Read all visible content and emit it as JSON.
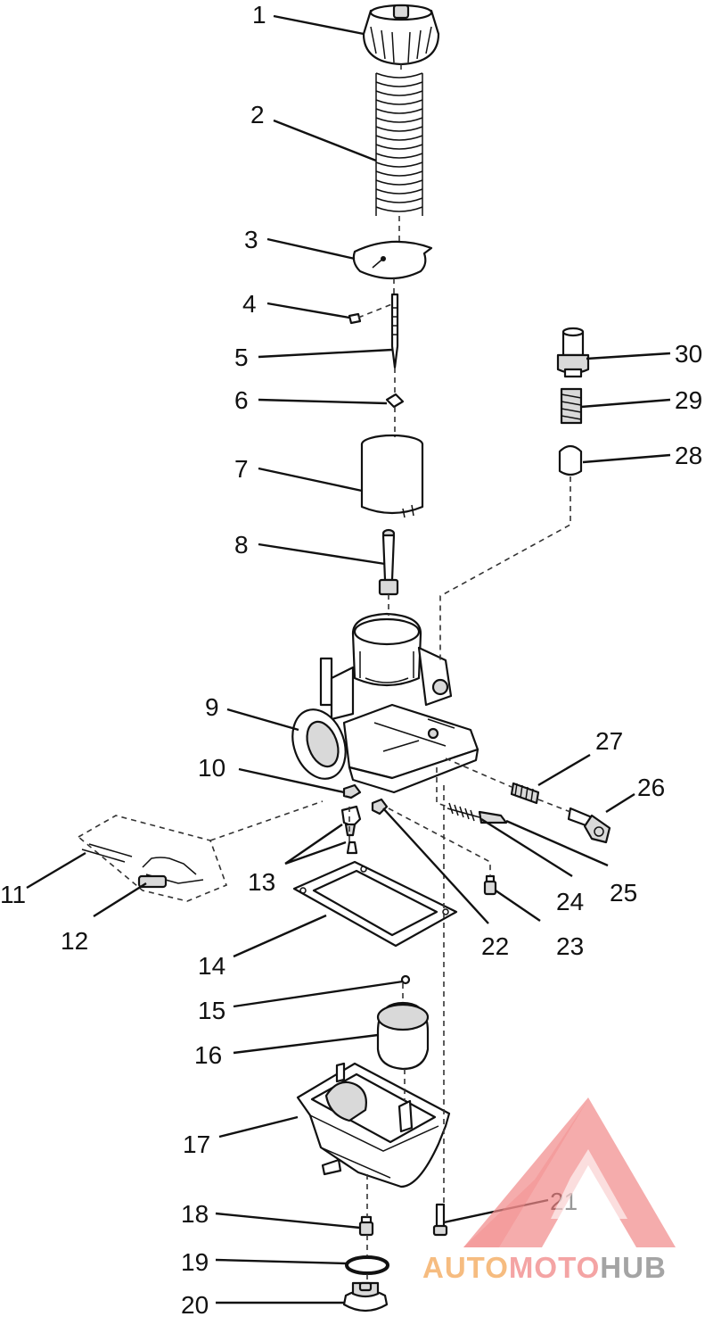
{
  "diagram": {
    "labels": [
      {
        "id": "1",
        "text": "1"
      },
      {
        "id": "2",
        "text": "2"
      },
      {
        "id": "3",
        "text": "3"
      },
      {
        "id": "4",
        "text": "4"
      },
      {
        "id": "5",
        "text": "5"
      },
      {
        "id": "6",
        "text": "6"
      },
      {
        "id": "7",
        "text": "7"
      },
      {
        "id": "8",
        "text": "8"
      },
      {
        "id": "9",
        "text": "9"
      },
      {
        "id": "10",
        "text": "10"
      },
      {
        "id": "11",
        "text": "11"
      },
      {
        "id": "12",
        "text": "12"
      },
      {
        "id": "13",
        "text": "13"
      },
      {
        "id": "14",
        "text": "14"
      },
      {
        "id": "15",
        "text": "15"
      },
      {
        "id": "16",
        "text": "16"
      },
      {
        "id": "17",
        "text": "17"
      },
      {
        "id": "18",
        "text": "18"
      },
      {
        "id": "19",
        "text": "19"
      },
      {
        "id": "20",
        "text": "20"
      },
      {
        "id": "21",
        "text": "21"
      },
      {
        "id": "22",
        "text": "22"
      },
      {
        "id": "23",
        "text": "23"
      },
      {
        "id": "24",
        "text": "24"
      },
      {
        "id": "25",
        "text": "25"
      },
      {
        "id": "26",
        "text": "26"
      },
      {
        "id": "27",
        "text": "27"
      },
      {
        "id": "28",
        "text": "28"
      },
      {
        "id": "29",
        "text": "29"
      },
      {
        "id": "30",
        "text": "30"
      }
    ]
  },
  "watermark": {
    "part1": "AUTO",
    "part2": "MOTO",
    "part3": "HUB",
    "colors": {
      "triangle": "#f28b8b",
      "auto": "#f6b97a",
      "moto": "#f4a0a0",
      "hub": "#a0a0a0"
    }
  }
}
